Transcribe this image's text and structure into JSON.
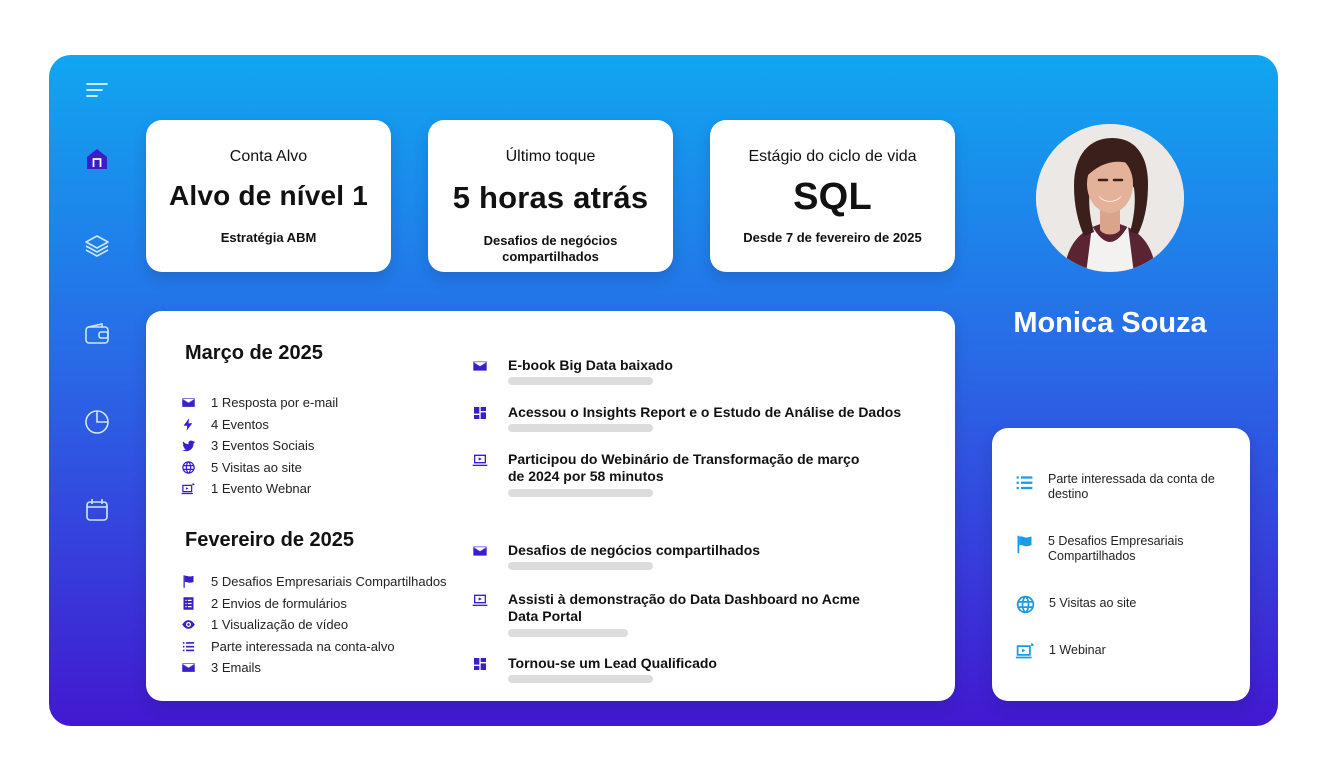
{
  "sidebar": {
    "icons": [
      "menu-icon",
      "home-icon",
      "layers-icon",
      "wallet-icon",
      "pie-chart-icon",
      "calendar-icon"
    ]
  },
  "stats": [
    {
      "label": "Conta Alvo",
      "value": "Alvo de nível 1",
      "sub": "Estratégia ABM"
    },
    {
      "label": "Último toque",
      "value": "5 horas atrás",
      "sub": "Desafios de negócios compartilhados"
    },
    {
      "label": "Estágio do ciclo de vida",
      "value": "SQL",
      "sub": "Desde 7 de fevereiro de 2025"
    }
  ],
  "timeline": {
    "march": {
      "title": "Março de 2025",
      "summary": [
        {
          "icon": "email-icon",
          "text": "1 Resposta por e-mail"
        },
        {
          "icon": "lightning-icon",
          "text": "4 Eventos"
        },
        {
          "icon": "twitter-icon",
          "text": "3 Eventos Sociais"
        },
        {
          "icon": "globe-icon",
          "text": "5 Visitas ao site"
        },
        {
          "icon": "webinar-icon",
          "text": "1 Evento Webnar"
        }
      ],
      "activities": [
        {
          "icon": "email-icon",
          "text": "E-book Big Data baixado"
        },
        {
          "icon": "dashboard-icon",
          "text": "Acessou o Insights Report e o Estudo de Análise de Dados"
        },
        {
          "icon": "video-icon",
          "text": "Participou do Webinário de Transformação de março de 2024 por 58 minutos"
        }
      ]
    },
    "february": {
      "title": "Fevereiro de 2025",
      "summary": [
        {
          "icon": "flag-icon",
          "text": "5 Desafios Empresariais Compartilhados"
        },
        {
          "icon": "form-icon",
          "text": "2 Envios de formulários"
        },
        {
          "icon": "eye-icon",
          "text": "1 Visualização de vídeo"
        },
        {
          "icon": "list-icon",
          "text": "Parte interessada na conta-alvo"
        },
        {
          "icon": "email-icon",
          "text": "3 Emails"
        }
      ],
      "activities": [
        {
          "icon": "email-icon",
          "text": "Desafios de negócios compartilhados"
        },
        {
          "icon": "video-icon",
          "text": "Assisti à demonstração do Data Dashboard no Acme Data Portal"
        },
        {
          "icon": "dashboard-icon",
          "text": "Tornou-se um Lead Qualificado"
        }
      ]
    }
  },
  "profile": {
    "name": "Monica Souza",
    "highlights": [
      {
        "icon": "list-icon",
        "text": "Parte interessada da conta de destino"
      },
      {
        "icon": "flag-icon",
        "text": "5 Desafios Empresariais Compartilhados"
      },
      {
        "icon": "globe-icon",
        "text": "5 Visitas ao site"
      },
      {
        "icon": "webinar-icon",
        "text": "1 Webinar"
      }
    ]
  },
  "colors": {
    "accent": "#3b1ec9",
    "sky": "#1a9be8",
    "gradient_top": "#10a6f0",
    "gradient_bottom": "#4218d0"
  }
}
